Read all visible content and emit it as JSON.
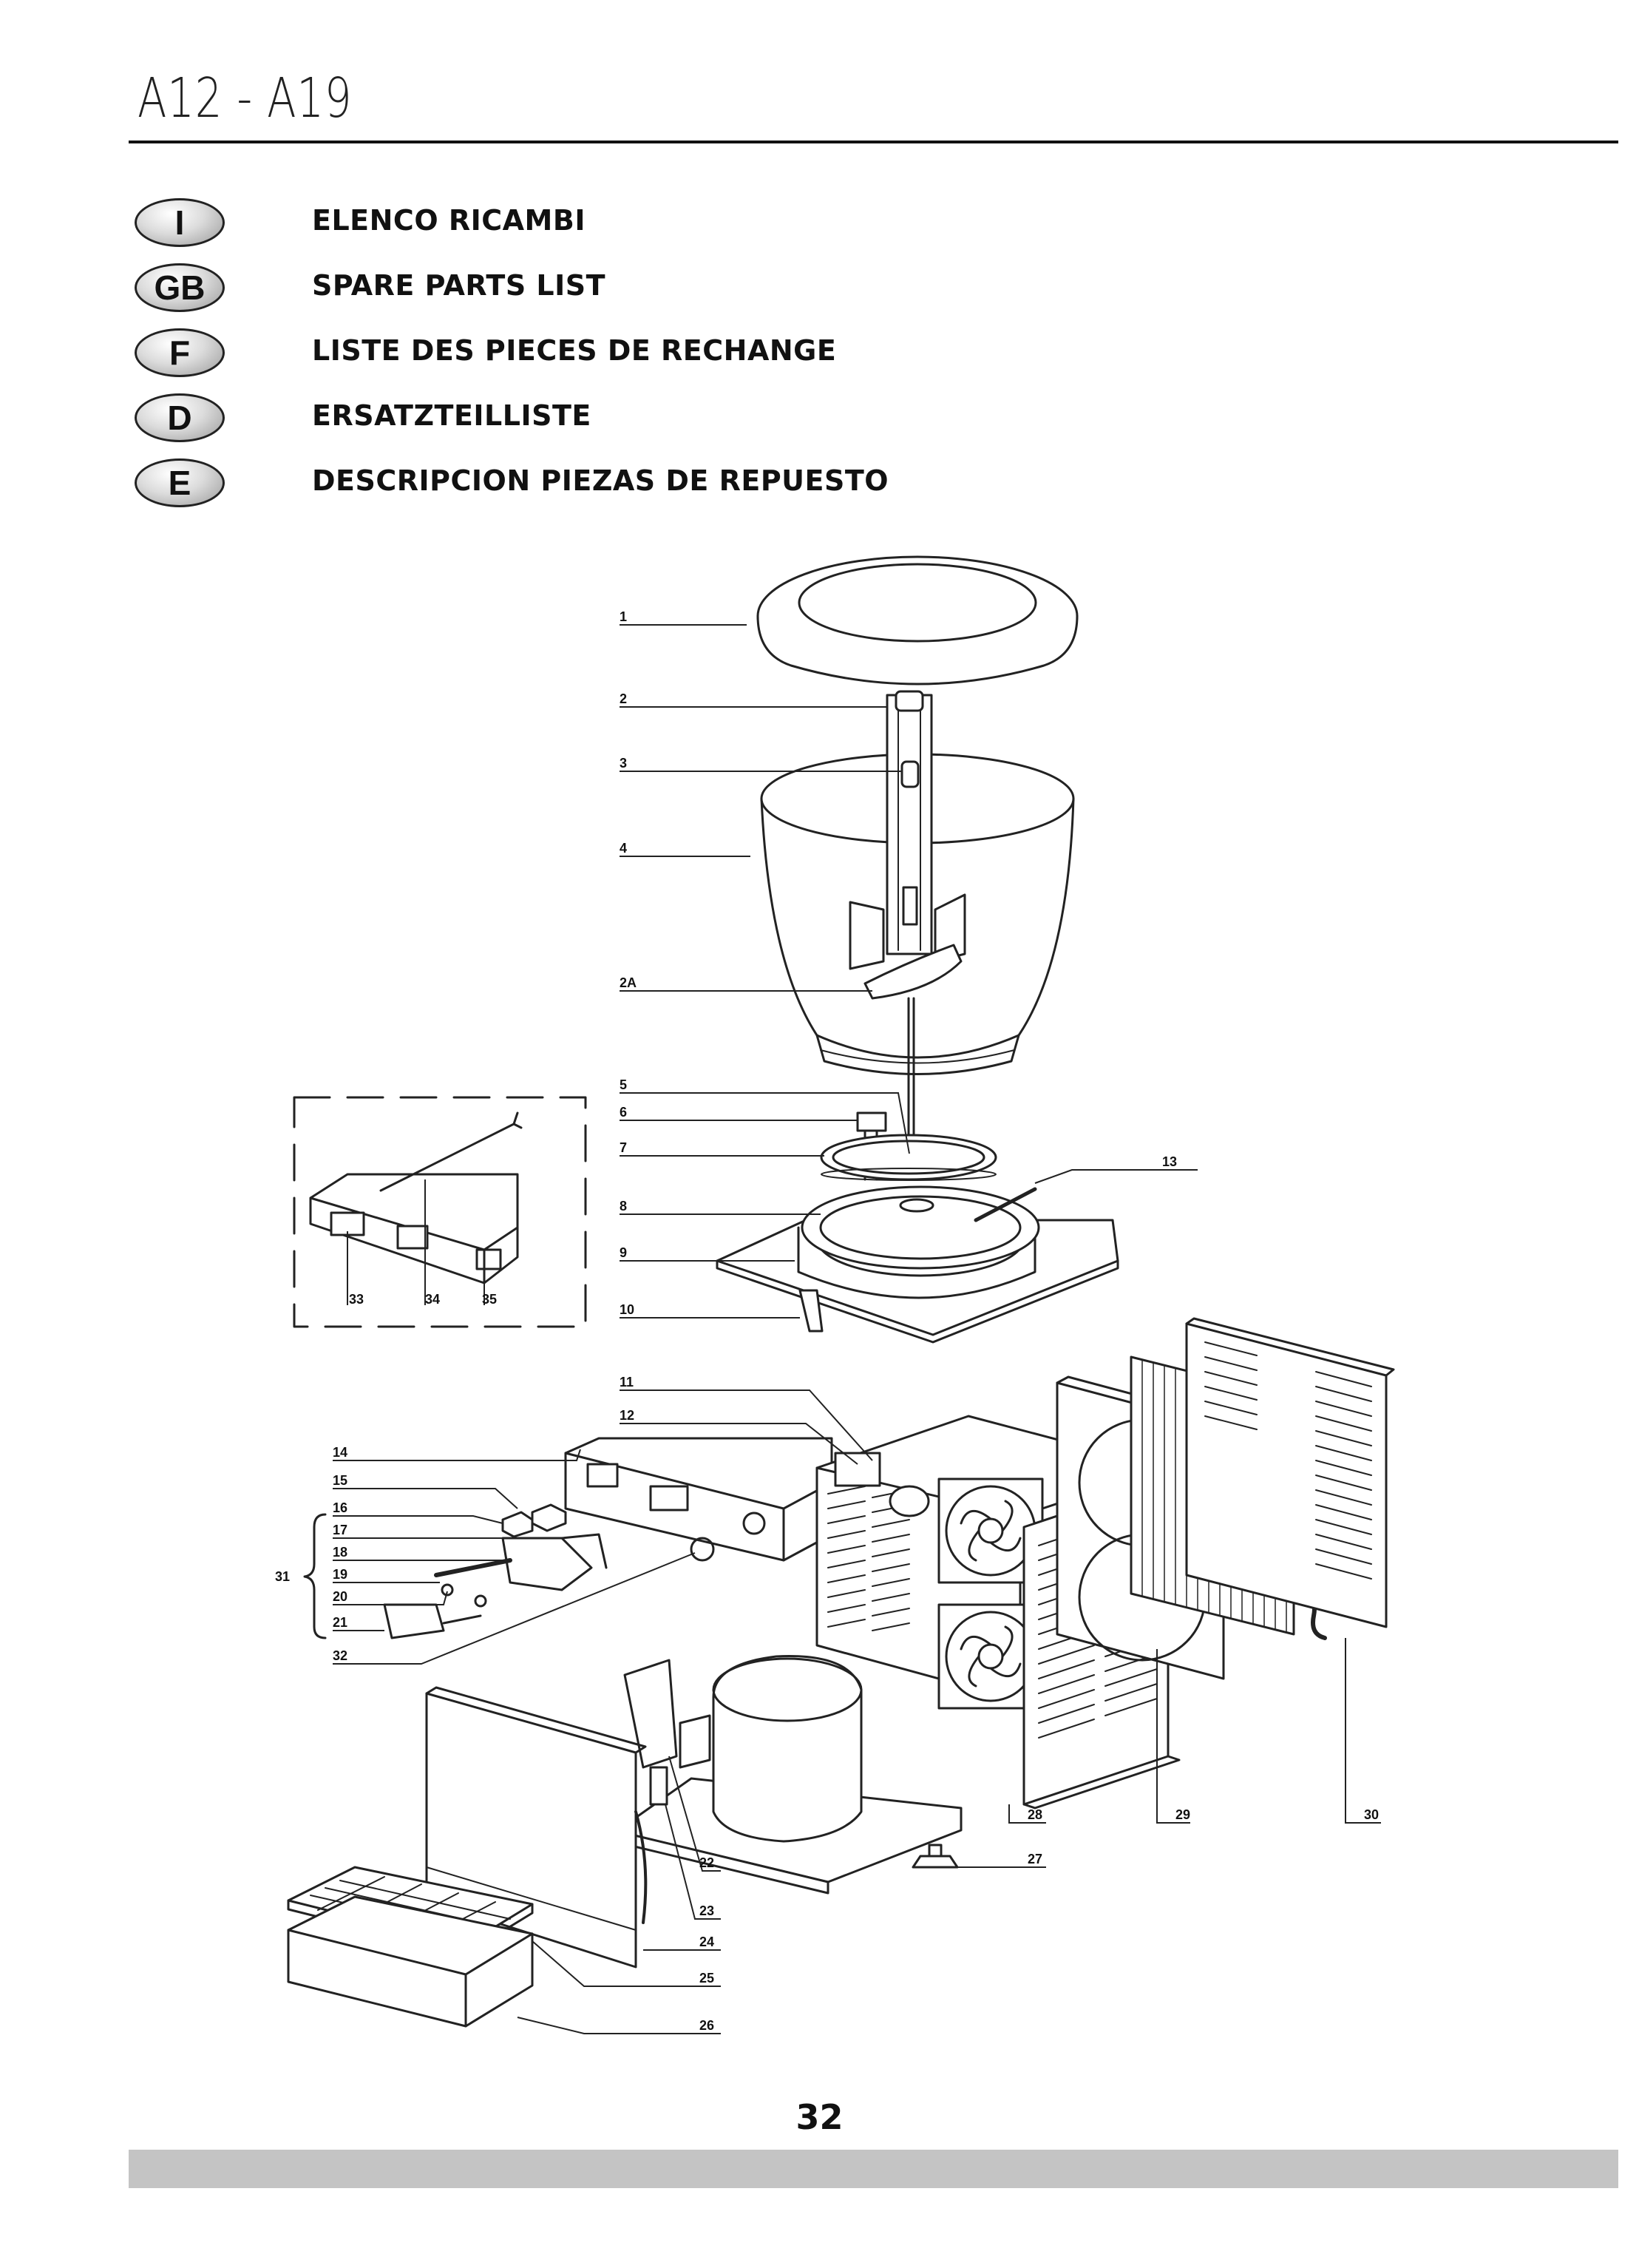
{
  "header": {
    "model": "A12 - A19"
  },
  "languages": [
    {
      "code": "I",
      "label": "ELENCO RICAMBI"
    },
    {
      "code": "GB",
      "label": "SPARE PARTS LIST"
    },
    {
      "code": "F",
      "label": "LISTE DES PIECES DE RECHANGE"
    },
    {
      "code": "D",
      "label": "ERSATZTEILLISTE"
    },
    {
      "code": "E",
      "label": "DESCRIPCION PIEZAS DE REPUESTO"
    }
  ],
  "callouts": {
    "c1": "1",
    "c2": "2",
    "c3": "3",
    "c4": "4",
    "c2a": "2A",
    "c5": "5",
    "c6": "6",
    "c7": "7",
    "c8": "8",
    "c9": "9",
    "c10": "10",
    "c11": "11",
    "c12": "12",
    "c13": "13",
    "c14": "14",
    "c15": "15",
    "c16": "16",
    "c17": "17",
    "c18": "18",
    "c19": "19",
    "c20": "20",
    "c21": "21",
    "c22": "22",
    "c23": "23",
    "c24": "24",
    "c25": "25",
    "c26": "26",
    "c27": "27",
    "c28": "28",
    "c29": "29",
    "c30": "30",
    "c31": "31",
    "c32": "32",
    "c33": "33",
    "c34": "34",
    "c35": "35"
  },
  "footer": {
    "page_number": "32"
  }
}
